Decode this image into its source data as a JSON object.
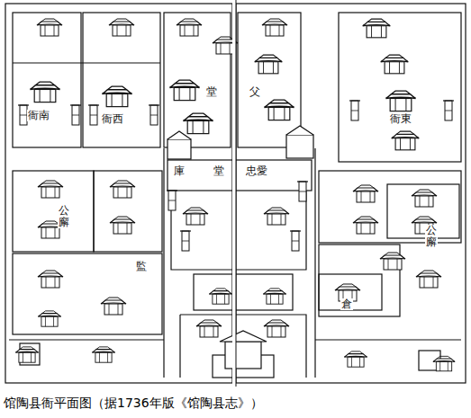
{
  "diagram": {
    "caption": "馆陶县衙平面图（据1736年版《馆陶县志》）",
    "labels": [
      "衙南",
      "衙西",
      "衙東",
      "庫",
      "堂",
      "忠愛",
      "堂",
      "父",
      "公廨",
      "公廨",
      "倉",
      "監"
    ]
  }
}
